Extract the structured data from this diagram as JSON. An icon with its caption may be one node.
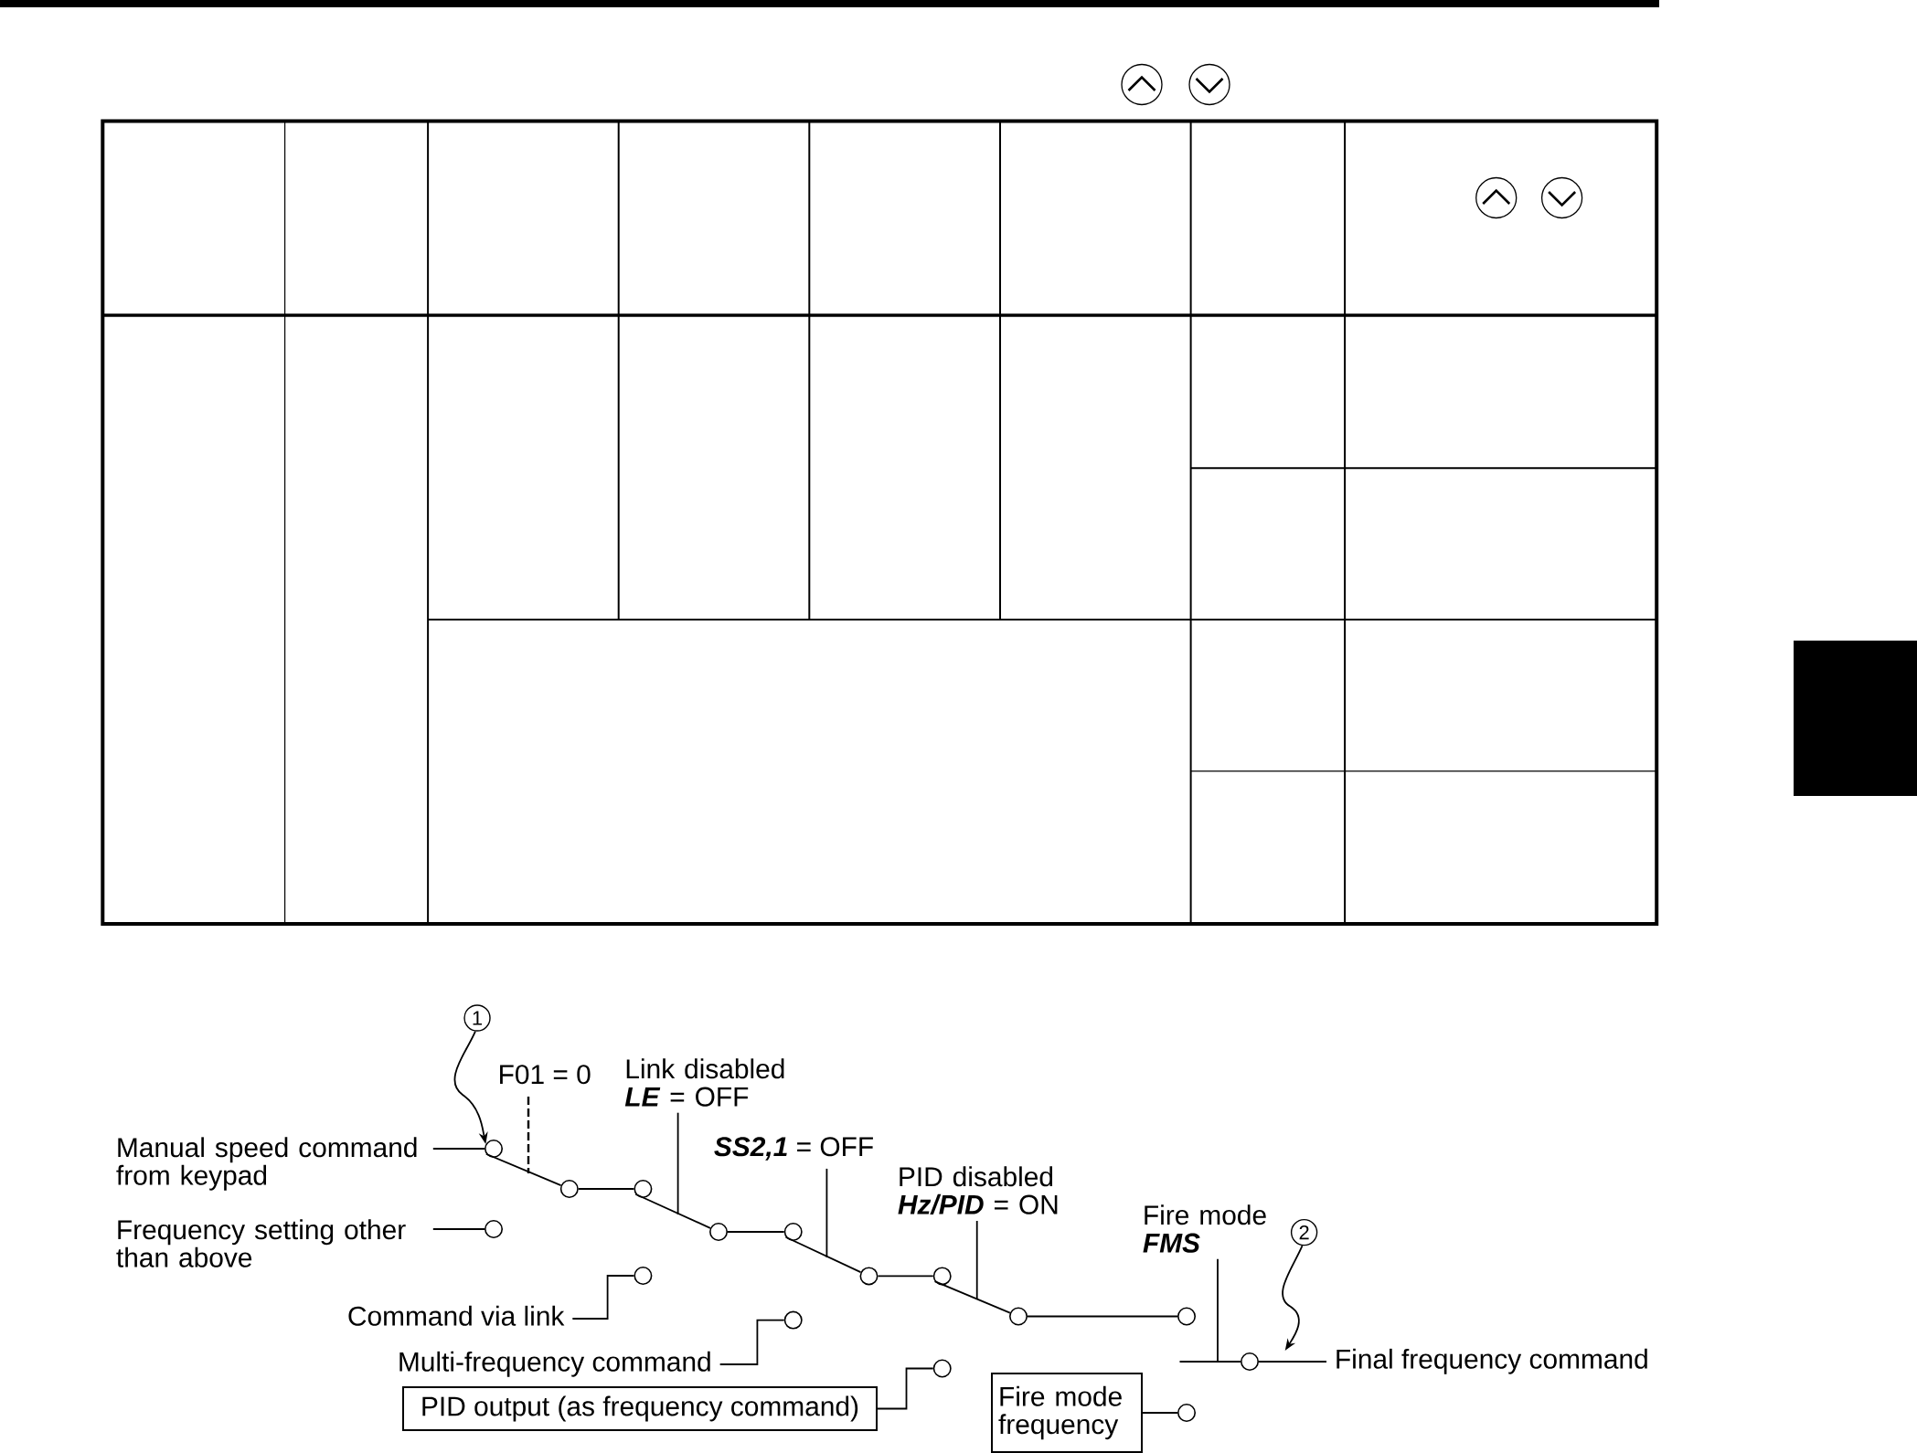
{
  "diagram": {
    "nodes": [
      {
        "text": [
          "Manual speed command from keypad"
        ]
      },
      {
        "text": [
          "Frequency setting other than above"
        ]
      },
      {
        "text": [
          "Command via link"
        ]
      },
      {
        "text": [
          "Multi-frequency command"
        ]
      },
      {
        "text": [
          "PID output (as frequency command)"
        ]
      },
      {
        "text": [
          "Fire mode frequency"
        ]
      },
      {
        "text": [
          "Final frequency command"
        ]
      },
      {
        "text": [
          "F01 = 0"
        ]
      },
      {
        "text": [
          "Link disabled",
          "**LE** = OFF"
        ]
      },
      {
        "text": [
          "**SS2,1** = OFF"
        ]
      },
      {
        "text": [
          "PID disabled",
          "**Hz/PID** = ON"
        ]
      },
      {
        "text": [
          "Fire mode",
          "FMS"
        ]
      },
      {
        "text": [
          "1"
        ]
      },
      {
        "text": [
          "2"
        ]
      },
      {
        "text": [],
        "shape": "circle"
      },
      {
        "text": [],
        "shape": "circle"
      },
      {
        "text": [],
        "shape": "circle"
      },
      {
        "text": [],
        "shape": "circle"
      },
      {
        "text": [],
        "shape": "circle"
      },
      {
        "text": [],
        "shape": "circle"
      },
      {
        "text": [],
        "shape": "circle"
      },
      {
        "text": [],
        "shape": "circle"
      },
      {
        "text": [],
        "shape": "circle"
      },
      {
        "text": [],
        "shape": "circle"
      },
      {
        "text": [],
        "shape": "circle"
      },
      {
        "text": [],
        "shape": "circle"
      },
      {
        "text": [],
        "shape": "circle"
      },
      {
        "text": [],
        "shape": "circle"
      },
      {
        "text": [],
        "shape": "circle"
      },
      {
        "text": [],
        "shape": "box"
      }
    ],
    "edges": [
      {
        "from": 0,
        "to": 14,
        "arrow": "none"
      },
      {
        "from": 1,
        "to": 15,
        "arrow": "none"
      },
      {
        "from": 2,
        "to": 18,
        "arrow": "none"
      },
      {
        "from": 3,
        "to": 21,
        "arrow": "none"
      },
      {
        "from": 4,
        "to": 24,
        "arrow": "none"
      },
      {
        "from": 5,
        "to": 27,
        "arrow": "none"
      },
      {
        "from": 14,
        "to": 16,
        "arrow": "none"
      },
      {
        "from": 16,
        "to": 17,
        "arrow": "none"
      },
      {
        "from": 17,
        "to": 19,
        "arrow": "none"
      },
      {
        "from": 19,
        "to": 20,
        "arrow": "none"
      },
      {
        "from": 20,
        "to": 22,
        "arrow": "none"
      },
      {
        "from": 22,
        "to": 23,
        "arrow": "none"
      },
      {
        "from": 23,
        "to": 25,
        "arrow": "none"
      },
      {
        "from": 25,
        "to": 26,
        "arrow": "none"
      },
      {
        "from": 28,
        "to": null,
        "arrow": "none"
      },
      {
        "from": 28,
        "to": 6,
        "arrow": "none"
      },
      {
        "from": 7,
        "to": null,
        "arrow": "none",
        "style": "dashed"
      },
      {
        "from": 8,
        "to": null,
        "arrow": "none"
      },
      {
        "from": 9,
        "to": null,
        "arrow": "none"
      },
      {
        "from": 10,
        "to": null,
        "arrow": "none"
      },
      {
        "from": 11,
        "to": null,
        "arrow": "none"
      },
      {
        "from": 12,
        "to": 14,
        "arrow": "to"
      },
      {
        "from": 13,
        "to": null,
        "arrow": "to"
      }
    ]
  }
}
